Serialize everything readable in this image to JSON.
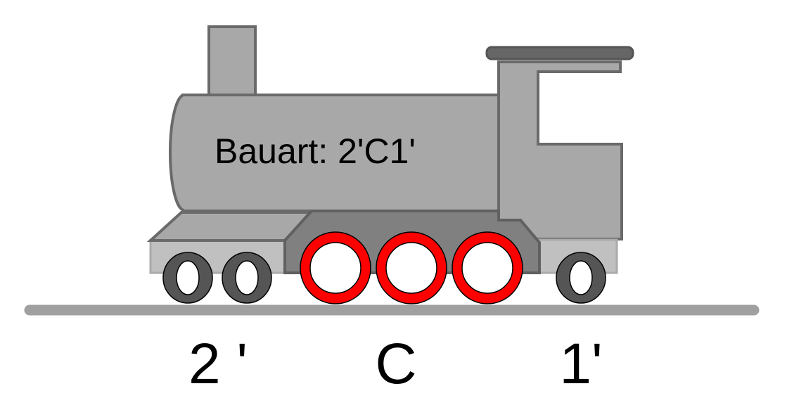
{
  "title": "Bauart: 2'C1'",
  "labels": {
    "leading": "2 '",
    "coupled": "C",
    "trailing": "1'"
  },
  "colors": {
    "body": "#a8a8a8",
    "outline": "#6a6a6a",
    "frame": "#c0c0c0",
    "drive": "#808080",
    "coupled_wheel": "#ff0000",
    "carrying_wheel": "#555555",
    "rail": "#a0a0a0"
  }
}
